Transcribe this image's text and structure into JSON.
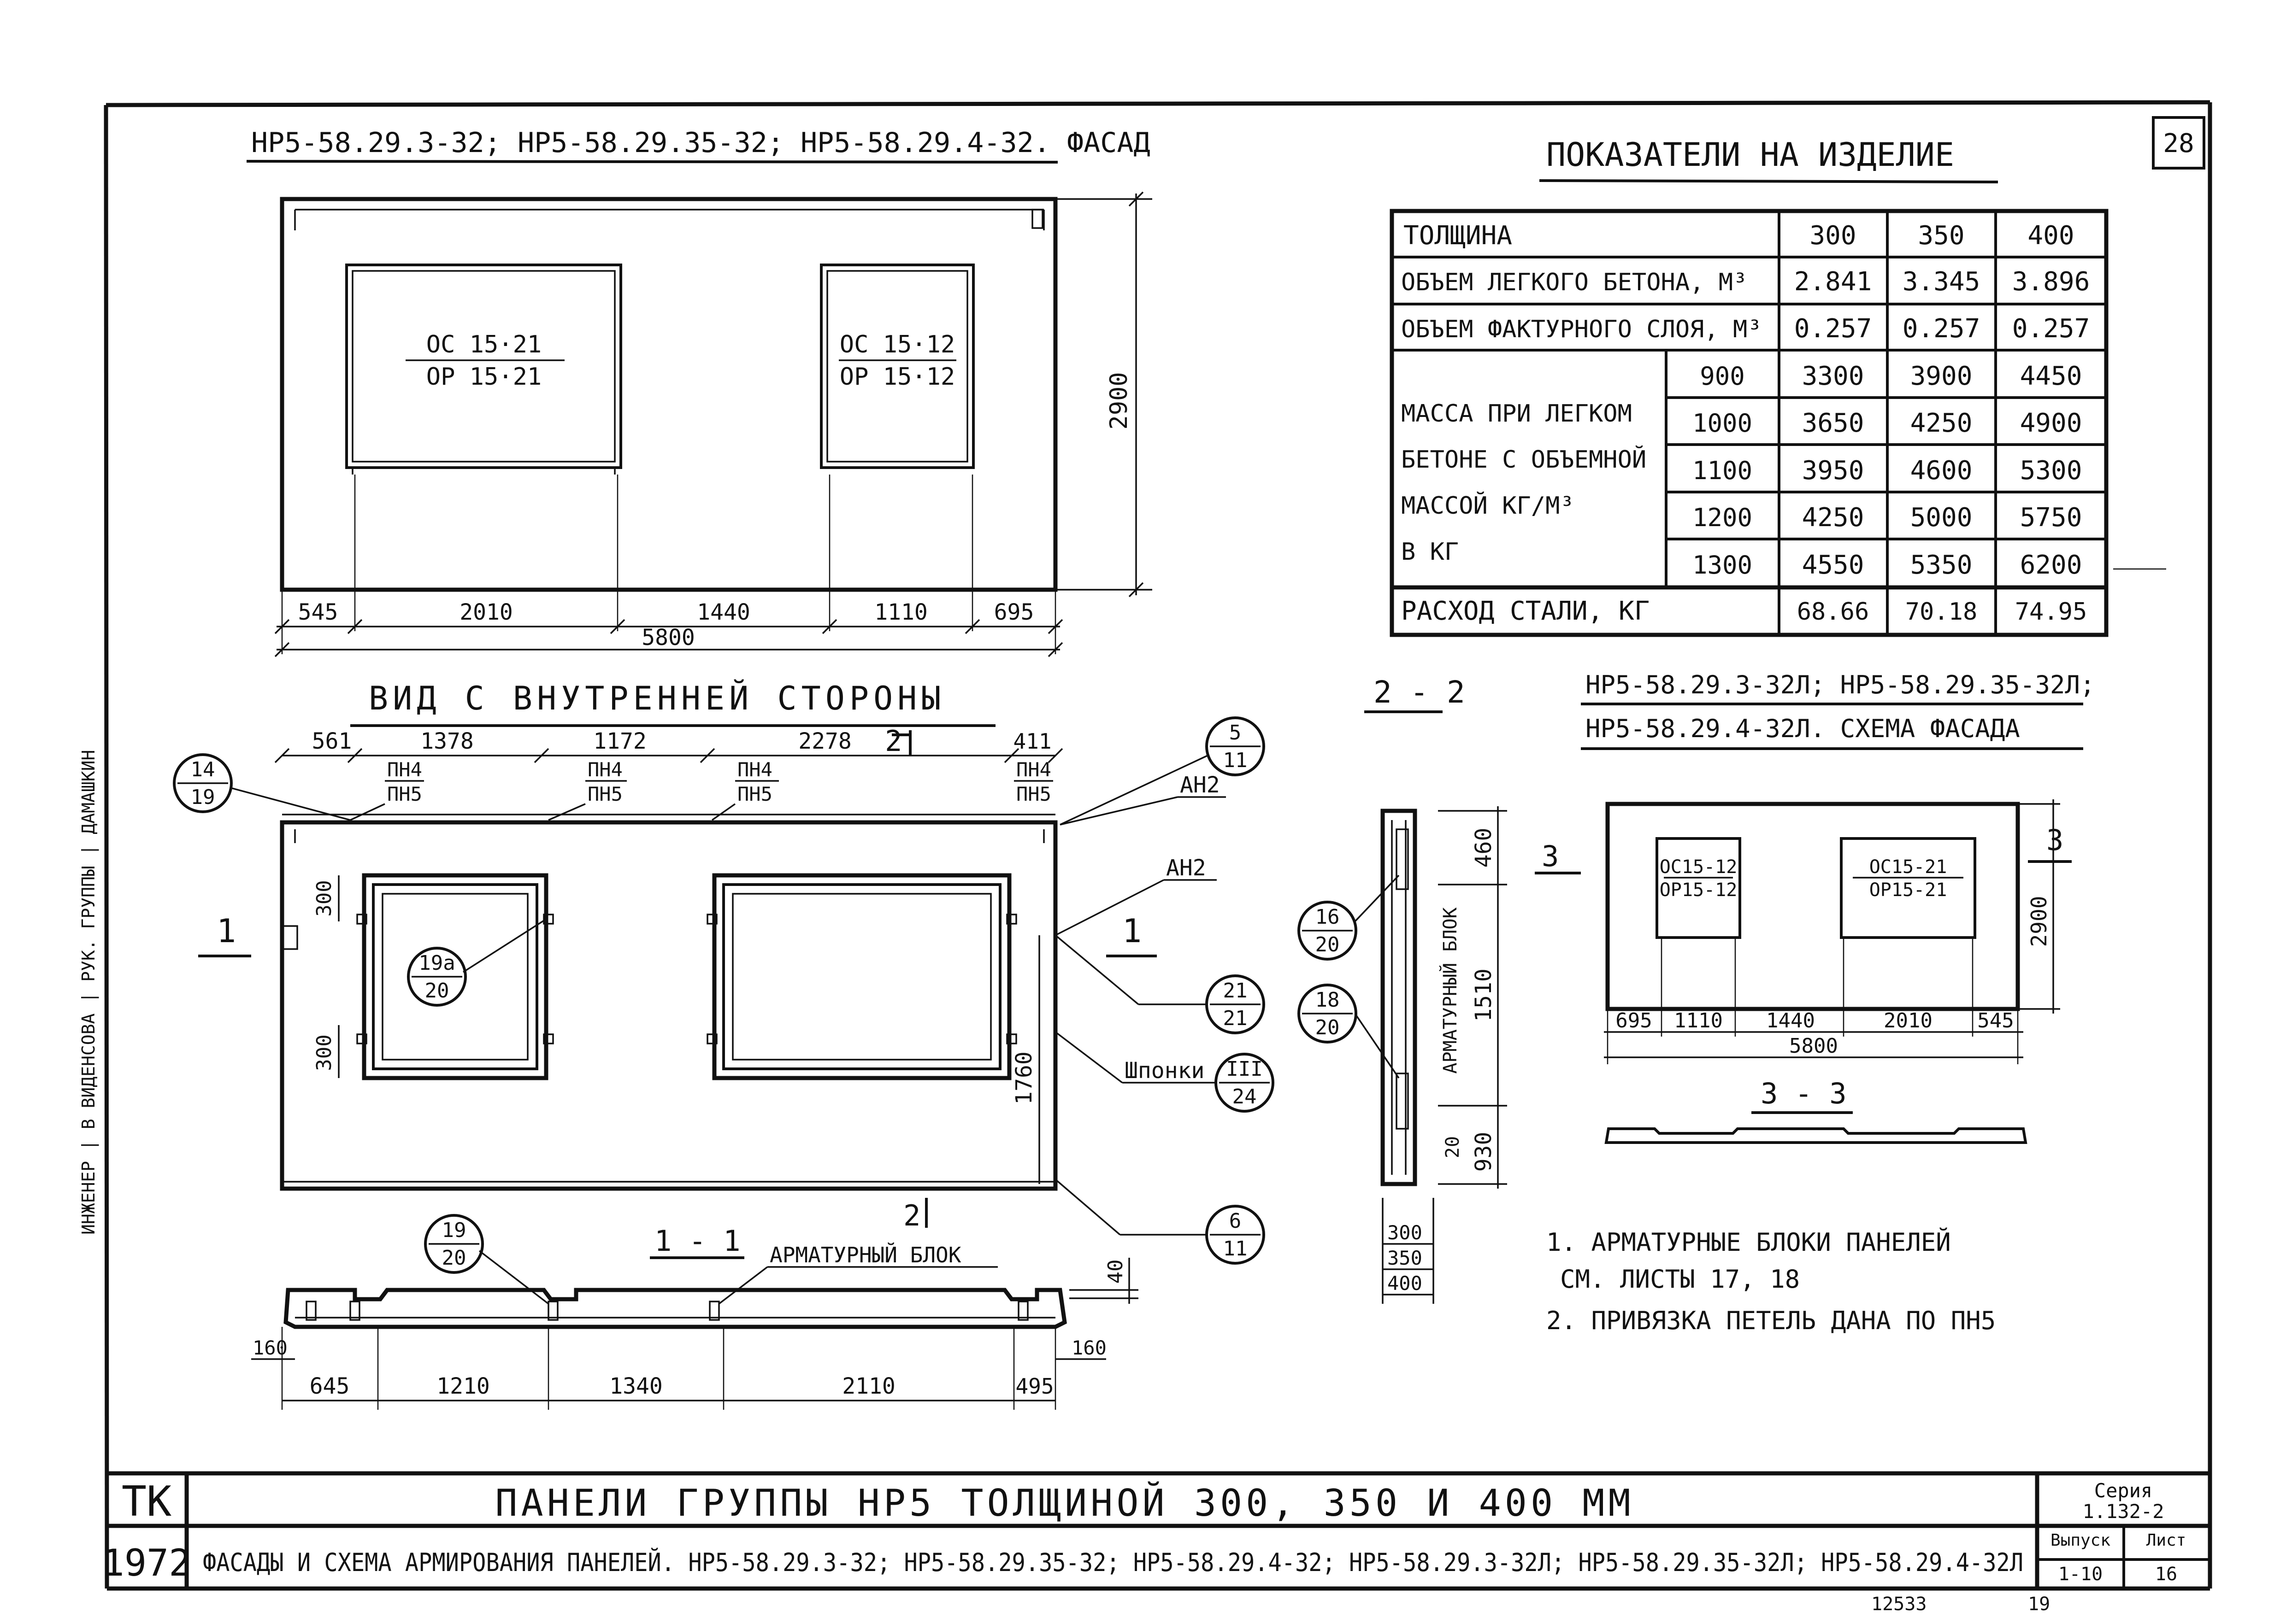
{
  "page_number": "28",
  "facade": {
    "title": "НР5-58.29.3-32; НР5-58.29.35-32; НР5-58.29.4-32. ФАСАД",
    "window_left_top": "ОС 15·21",
    "window_left_bottom": "ОР 15·21",
    "window_right_top": "ОС 15·12",
    "window_right_bottom": "ОР 15·12",
    "height": "2900",
    "dims": [
      "545",
      "2010",
      "1440",
      "1110",
      "695"
    ],
    "total": "5800"
  },
  "indicators": {
    "title": "ПОКАЗАТЕЛИ НА ИЗДЕЛИЕ",
    "rows": [
      {
        "label": "ТОЛЩИНА",
        "v300": "300",
        "v350": "350",
        "v400": "400"
      },
      {
        "label": "ОБЪЕМ ЛЕГКОГО БЕТОНА, М³",
        "v300": "2.841",
        "v350": "3.345",
        "v400": "3.896"
      },
      {
        "label": "ОБЪЕМ ФАКТУРНОГО СЛОЯ, М³",
        "v300": "0.257",
        "v350": "0.257",
        "v400": "0.257"
      }
    ],
    "mass_label": [
      "МАССА ПРИ ЛЕГКОМ",
      "БЕТОНЕ С ОБЪЕМНОЙ",
      "МАССОЙ КГ/М³",
      "В КГ"
    ],
    "mass_rows": [
      {
        "density": "900",
        "v300": "3300",
        "v350": "3900",
        "v400": "4450"
      },
      {
        "density": "1000",
        "v300": "3650",
        "v350": "4250",
        "v400": "4900"
      },
      {
        "density": "1100",
        "v300": "3950",
        "v350": "4600",
        "v400": "5300"
      },
      {
        "density": "1200",
        "v300": "4250",
        "v350": "5000",
        "v400": "5750"
      },
      {
        "density": "1300",
        "v300": "4550",
        "v350": "5350",
        "v400": "6200"
      }
    ],
    "steel": {
      "label": "РАСХОД СТАЛИ, КГ",
      "v300": "68.66",
      "v350": "70.18",
      "v400": "74.95"
    }
  },
  "inner": {
    "title": "ВИД С ВНУТРЕННЕЙ СТОРОНЫ",
    "dims": [
      "561",
      "1378",
      "1172",
      "2278",
      "411"
    ],
    "section_mark": "2",
    "loop_top": "ПН4",
    "loop_bottom": "ПН5",
    "label_an2": "АН2",
    "label_shponki": "Шпонки",
    "dim_300": "300",
    "dim_1760": "1760",
    "cut_mark_1": "1",
    "callouts": [
      {
        "top": "14",
        "bottom": "19"
      },
      {
        "top": "5",
        "bottom": "11"
      },
      {
        "top": "19а",
        "bottom": "20"
      },
      {
        "top": "21",
        "bottom": "21"
      },
      {
        "top": "III",
        "bottom": "24"
      },
      {
        "top": "6",
        "bottom": "11"
      },
      {
        "top": "19",
        "bottom": "20"
      },
      {
        "top": "16",
        "bottom": "20"
      },
      {
        "top": "18",
        "bottom": "20"
      }
    ]
  },
  "section11": {
    "title": "1 - 1",
    "label": "АРМАТУРНЫЙ БЛОК",
    "dims": [
      "645",
      "1210",
      "1340",
      "2110",
      "495"
    ],
    "dim_160": "160",
    "dim_40": "40"
  },
  "section22": {
    "title": "2 - 2",
    "label": "АРМАТУРНЫЙ БЛОК",
    "dims": [
      "460",
      "1510",
      "930",
      "20"
    ],
    "thickness": [
      "300",
      "350",
      "400"
    ]
  },
  "scheme": {
    "title_line1": "НР5-58.29.3-32Л; НР5-58.29.35-32Л;",
    "title_line2": "НР5-58.29.4-32Л. СХЕМА ФАСАДА",
    "window_left_top": "ОС15-12",
    "window_left_bottom": "ОР15-12",
    "window_right_top": "ОС15-21",
    "window_right_bottom": "ОР15-21",
    "height": "2900",
    "dims": [
      "695",
      "1110",
      "1440",
      "2010",
      "545"
    ],
    "total": "5800",
    "section_mark": "3",
    "section_title": "3 - 3"
  },
  "notes": [
    "1. АРМАТУРНЫЕ БЛОКИ ПАНЕЛЕЙ",
    "СМ. ЛИСТЫ 17, 18",
    "2. ПРИВЯЗКА ПЕТЕЛЬ ДАНА ПО ПН5"
  ],
  "side_stamp": "ИНЖЕНЕР | В ВИДЕНСОВА | РУК. ГРУППЫ | ДАМАШКИН",
  "title_block": {
    "org": "ТК",
    "year": "1972",
    "title": "ПАНЕЛИ ГРУППЫ НР5 ТОЛЩИНОЙ 300, 350 И 400 ММ",
    "subtitle": "ФАСАДЫ И СХЕМА АРМИРОВАНИЯ ПАНЕЛЕЙ. НР5-58.29.3-32; НР5-58.29.35-32; НР5-58.29.4-32; НР5-58.29.3-32Л; НР5-58.29.35-32Л; НР5-58.29.4-32Л",
    "series_label": "Серия",
    "series": "1.132-2",
    "issue_label": "Выпуск",
    "issue": "1-10",
    "sheet_label": "Лист",
    "sheet": "16"
  },
  "footer_number": "12533",
  "footer_page": "19"
}
